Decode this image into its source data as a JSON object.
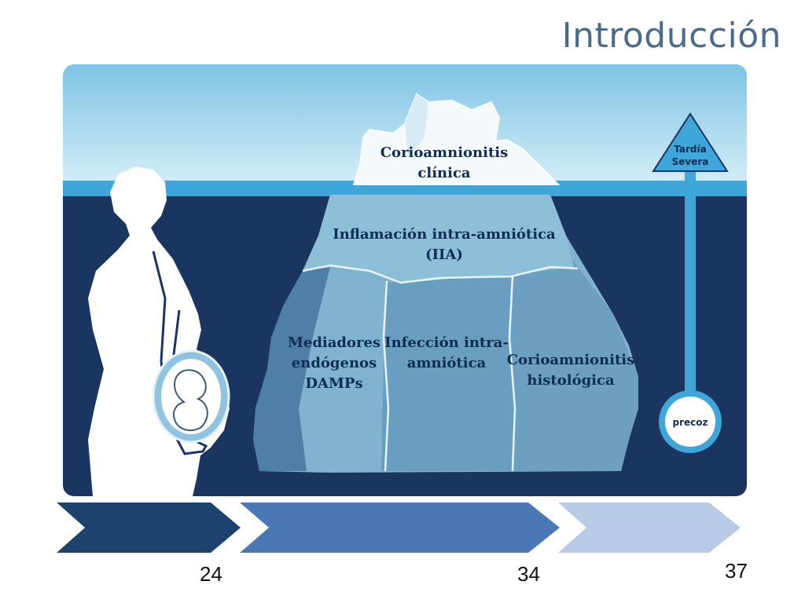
{
  "title": "Introducción",
  "iceberg": {
    "tip": [
      "Corioamnionitis",
      "clínica"
    ],
    "middle": [
      "Inflamación intra-amniótica",
      "(IIA)"
    ],
    "left": [
      "Mediadores",
      "endógenos",
      "DAMPs"
    ],
    "center": [
      "Infección intra-",
      "amniótica"
    ],
    "right": [
      "Corioamnionitis",
      "histológica"
    ]
  },
  "severity_scale": {
    "top": [
      "Tardía",
      "Severa"
    ],
    "bottom": "precoz"
  },
  "timeline": {
    "ticks": [
      "24",
      "34",
      "37"
    ]
  },
  "colors": {
    "sky": "#8ccbe6",
    "deep_water": "#1a3560",
    "arrow_dark": "#1d4270",
    "arrow_mid": "#4a78b5",
    "arrow_light": "#b7cbe6"
  }
}
